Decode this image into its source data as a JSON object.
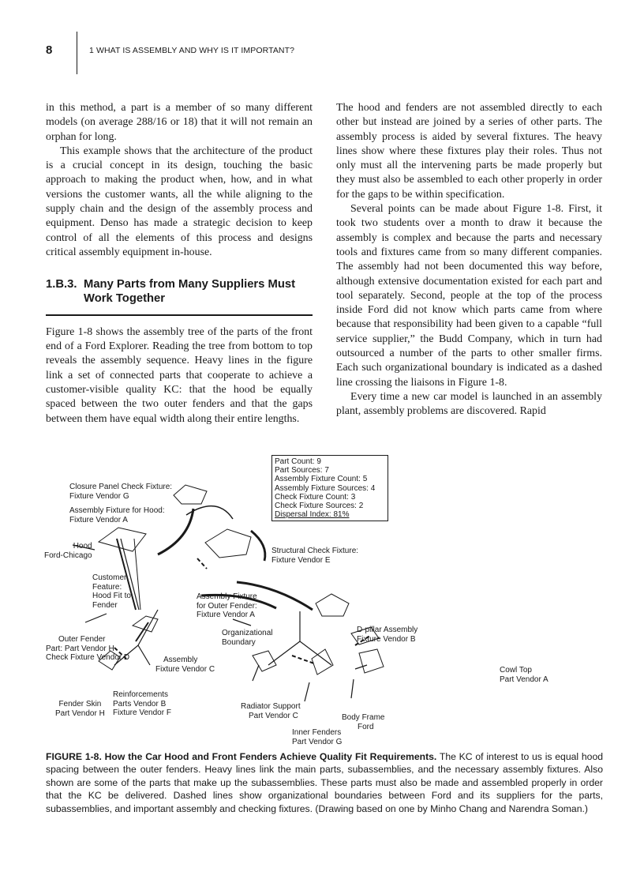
{
  "header": {
    "page_number": "8",
    "running_title": "1  WHAT IS ASSEMBLY AND WHY IS IT IMPORTANT?"
  },
  "left_column": {
    "para1": "in this method, a part is a member of so many different models (on average 288/16 or 18) that it will not remain an orphan for long.",
    "para2": "This example shows that the architecture of the product is a crucial concept in its design, touching the basic approach to making the product when, how, and in what versions the customer wants, all the while aligning to the supply chain and the design of the assembly process and equipment. Denso has made a strategic decision to keep control of all the elements of this process and designs critical assembly equipment in-house.",
    "section_number": "1.B.3.",
    "section_title_line1": "Many Parts from Many Suppliers Must",
    "section_title_line2": "Work Together",
    "para3": "Figure 1-8 shows the assembly tree of the parts of the front end of a Ford Explorer. Reading the tree from bottom to top reveals the assembly sequence. Heavy lines in the figure link a set of connected parts that cooperate to achieve a customer-visible quality KC: that the hood be equally spaced between the two outer fenders and that the gaps between them have equal width along their entire lengths."
  },
  "right_column": {
    "para1": "The hood and fenders are not assembled directly to each other but instead are joined by a series of other parts. The assembly process is aided by several fixtures. The heavy lines show where these fixtures play their roles. Thus not only must all the intervening parts be made properly but they must also be assembled to each other properly in order for the gaps to be within specification.",
    "para2": "Several points can be made about Figure 1-8. First, it took two students over a month to draw it because the assembly is complex and because the parts and necessary tools and fixtures came from so many different companies. The assembly had not been documented this way before, although extensive documentation existed for each part and tool separately. Second, people at the top of the process inside Ford did not know which parts came from where because that responsibility had been given to a capable “full service supplier,” the Budd Company, which in turn had outsourced a number of the parts to other smaller firms. Each such organizational boundary is indicated as a dashed line crossing the liaisons in Figure 1-8.",
    "para3": "Every time a new car model is launched in an assembly plant, assembly problems are discovered. Rapid"
  },
  "figure": {
    "info_box": [
      "Part Count: 9",
      "Part Sources: 7",
      "Assembly Fixture Count: 5",
      "Assembly Fixture Sources: 4",
      "Check Fixture Count: 3",
      "Check Fixture Sources: 2",
      "Dispersal Index: 81%"
    ],
    "labels": {
      "closure_panel": [
        "Closure Panel Check Fixture:",
        "Fixture Vendor G"
      ],
      "hood_fixture": [
        "Assembly Fixture for Hood:",
        "Fixture Vendor A"
      ],
      "hood": [
        "Hood",
        "Ford-Chicago"
      ],
      "structural_check": [
        "Structural Check Fixture:",
        "Fixture Vendor E"
      ],
      "customer_feature": [
        "Customer",
        "Feature:",
        "Hood Fit to",
        "Fender"
      ],
      "fender_fixture": [
        "Assembly Fixture",
        "for Outer Fender:",
        "Fixture Vendor A"
      ],
      "org_boundary": [
        "Organizational",
        "Boundary"
      ],
      "d_pillar": [
        "D-pillar Assembly",
        "Fixture Vendor B"
      ],
      "outer_fender": [
        "Outer Fender",
        "Part: Part Vendor H",
        "Check Fixture Vendor D"
      ],
      "assembly_fixture_c": [
        "Assembly",
        "Fixture Vendor C"
      ],
      "cowl_top": [
        "Cowl Top",
        "Part Vendor A"
      ],
      "reinforcements": [
        "Reinforcements",
        "Parts Vendor B",
        "Fixture Vendor F"
      ],
      "fender_skin": [
        "Fender Skin",
        "Part Vendor H"
      ],
      "radiator": [
        "Radiator Support",
        "Part Vendor C"
      ],
      "body_frame": [
        "Body Frame",
        "Ford"
      ],
      "inner_fenders": [
        "Inner Fenders",
        "Part Vendor G"
      ]
    }
  },
  "caption": {
    "label": "FIGURE 1-8. How the Car Hood and Front Fenders Achieve Quality Fit Requirements.",
    "text": " The KC of interest to us is equal hood spacing between the outer fenders. Heavy lines link the main parts, subassemblies, and the necessary assembly fixtures. Also shown are some of the parts that make up the subassemblies. These parts must also be made and assembled properly in order that the KC be delivered. Dashed lines show organizational boundaries between Ford and its suppliers for the parts, subassemblies, and important assembly and checking fixtures. (Drawing based on one by Minho Chang and Narendra Soman.)"
  }
}
